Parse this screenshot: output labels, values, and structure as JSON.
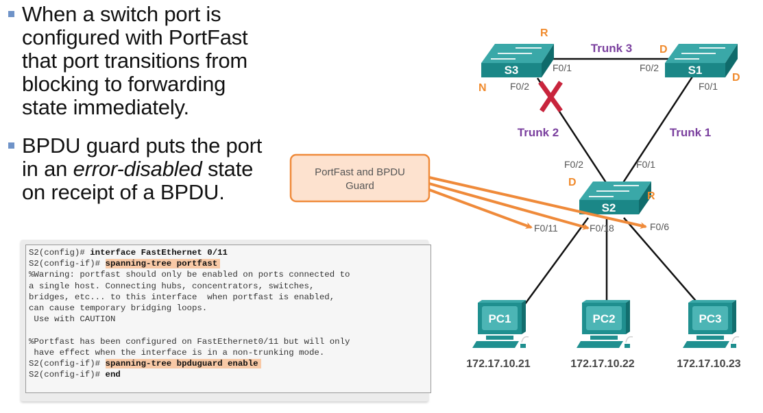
{
  "bullets": [
    {
      "text": "When a switch port is configured with PortFast that port transitions from blocking to forwarding state immediately.",
      "lines": [
        "When a switch port is",
        "configured with PortFast",
        "that port transitions from",
        "blocking to forwarding",
        "state immediately."
      ]
    },
    {
      "lines_pre": "BPDU guard puts the port",
      "line2_pre": "in an ",
      "line2_em": "error-disabled",
      "line2_post": " state",
      "line3": "on receipt of a BPDU."
    }
  ],
  "cli": {
    "lines": [
      {
        "prompt": "S2(config)# ",
        "cmd": "interface FastEthernet 0/11",
        "highlight": false
      },
      {
        "prompt": "S2(config-if)# ",
        "cmd": "spanning-tree portfast",
        "highlight": true
      },
      {
        "text": "%Warning: portfast should only be enabled on ports connected to"
      },
      {
        "text": "a single host. Connecting hubs, concentrators, switches,"
      },
      {
        "text": "bridges, etc... to this interface  when portfast is enabled,"
      },
      {
        "text": "can cause temporary bridging loops."
      },
      {
        "text": " Use with CAUTION"
      },
      {
        "text": " "
      },
      {
        "text": "%Portfast has been configured on FastEthernet0/11 but will only"
      },
      {
        "text": " have effect when the interface is in a non-trunking mode."
      },
      {
        "prompt": "S2(config-if)# ",
        "cmd": "spanning-tree bpduguard enable",
        "highlight": true
      },
      {
        "prompt": "S2(config-if)# ",
        "cmd": "end",
        "highlight": false
      }
    ]
  },
  "diagram": {
    "colors": {
      "switch": "#1f8f8f",
      "switch_top": "#2aa5a5",
      "trunk_label": "#7a3f9e",
      "role": "#f08a2c",
      "port": "#555555",
      "block": "#c8243c",
      "callout_fill": "#fde2cf",
      "callout_border": "#ef8a3a",
      "arrow": "#ef8a3a"
    },
    "switches": [
      {
        "id": "S3",
        "label": "S3"
      },
      {
        "id": "S1",
        "label": "S1"
      },
      {
        "id": "S2",
        "label": "S2"
      }
    ],
    "trunks": [
      {
        "label": "Trunk 3"
      },
      {
        "label": "Trunk 2"
      },
      {
        "label": "Trunk 1"
      }
    ],
    "ports": {
      "s3_f01": "F0/1",
      "s3_f02": "F0/2",
      "s1_f02": "F0/2",
      "s1_f01": "F0/1",
      "s2_f02": "F0/2",
      "s2_f01": "F0/1",
      "s2_f011": "F0/11",
      "s2_f018": "F0/18",
      "s2_f06": "F0/6"
    },
    "roles": {
      "s3_top": "R",
      "s3_left": "N",
      "s1_top": "D",
      "s1_right": "D",
      "s2_left": "D",
      "s2_right": "R"
    },
    "callout": {
      "line1": "PortFast and BPDU",
      "line2": "Guard"
    },
    "pcs": [
      {
        "label": "PC1",
        "ip": "172.17.10.21"
      },
      {
        "label": "PC2",
        "ip": "172.17.10.22"
      },
      {
        "label": "PC3",
        "ip": "172.17.10.23"
      }
    ]
  }
}
